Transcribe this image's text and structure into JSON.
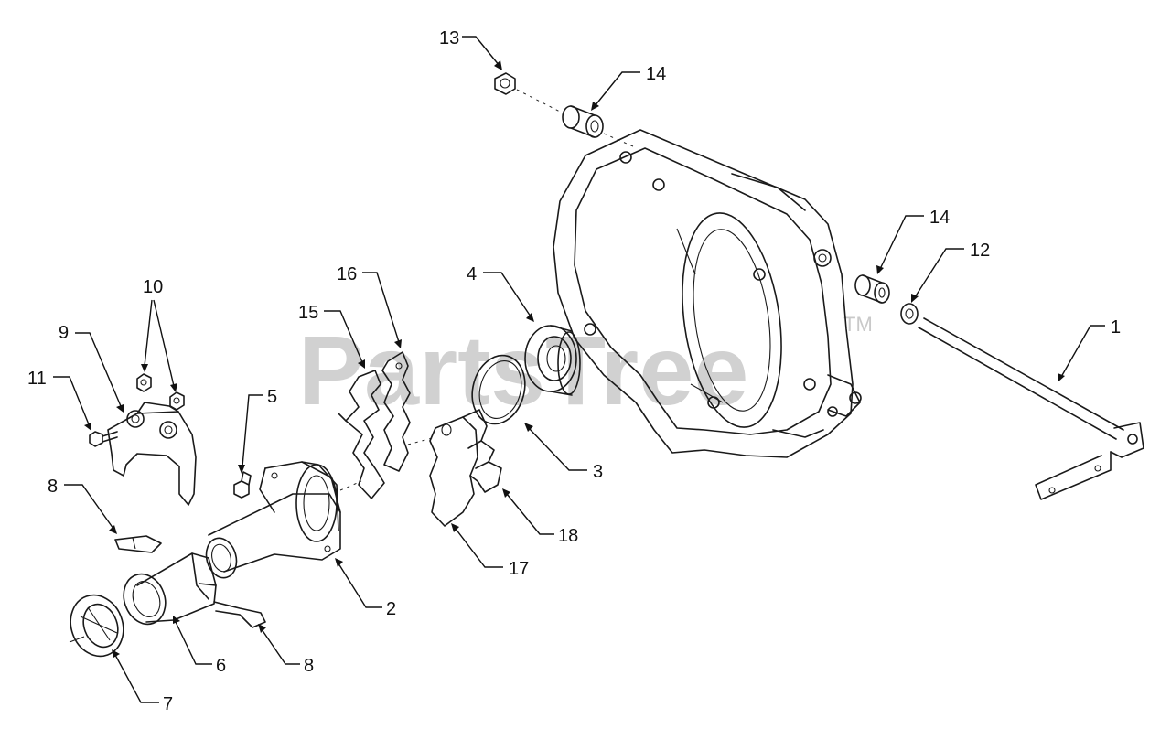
{
  "watermark": {
    "text": "PartsTree",
    "trademark": "TM"
  },
  "callouts": [
    {
      "id": "c13",
      "label": "13",
      "part": "part-13-nut"
    },
    {
      "id": "c14a",
      "label": "14",
      "part": "part-14-bushing-top"
    },
    {
      "id": "c14b",
      "label": "14",
      "part": "part-14-bushing-right"
    },
    {
      "id": "c12",
      "label": "12",
      "part": "part-12-washer"
    },
    {
      "id": "c1",
      "label": "1",
      "part": "part-1-shift-rod"
    },
    {
      "id": "c4",
      "label": "4",
      "part": "part-4-bearing"
    },
    {
      "id": "c16",
      "label": "16",
      "part": "part-16-fork"
    },
    {
      "id": "c15",
      "label": "15",
      "part": "part-15-fork"
    },
    {
      "id": "c10",
      "label": "10",
      "part": "part-10-nuts"
    },
    {
      "id": "c9",
      "label": "9",
      "part": "part-9-bracket"
    },
    {
      "id": "c11",
      "label": "11",
      "part": "part-11-screw"
    },
    {
      "id": "c5",
      "label": "5",
      "part": "part-5-fitting"
    },
    {
      "id": "c3",
      "label": "3",
      "part": "part-3-seal"
    },
    {
      "id": "c18",
      "label": "18",
      "part": "part-18-shift-plate"
    },
    {
      "id": "c17",
      "label": "17",
      "part": "part-17-shift-plate"
    },
    {
      "id": "c8a",
      "label": "8",
      "part": "part-8-clip-left"
    },
    {
      "id": "c2",
      "label": "2",
      "part": "part-2-axle-housing"
    },
    {
      "id": "c6",
      "label": "6",
      "part": "part-6-housing"
    },
    {
      "id": "c8b",
      "label": "8",
      "part": "part-8-clip-bottom"
    },
    {
      "id": "c7",
      "label": "7",
      "part": "part-7-seal"
    }
  ]
}
